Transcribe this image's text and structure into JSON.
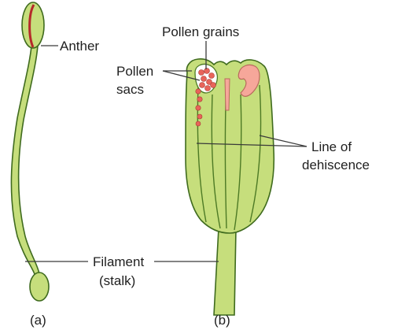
{
  "labels": {
    "anther": "Anther",
    "pollen_grains": "Pollen grains",
    "pollen_sacs_line1": "Pollen",
    "pollen_sacs_line2": "sacs",
    "line_of_dehiscence_line1": "Line of",
    "line_of_dehiscence_line2": "dehiscence",
    "filament_line1": "Filament",
    "filament_line2": "(stalk)",
    "caption_a": "(a)",
    "caption_b": "(b)"
  },
  "colors": {
    "stamen_green": "#c6de7c",
    "outline_green": "#3f6b1e",
    "pollen_red": "#e8645a",
    "pollen_sac_pink": "#f6a79a",
    "anther_stripe": "#b52a2a",
    "label_line": "#3a3a3a"
  }
}
